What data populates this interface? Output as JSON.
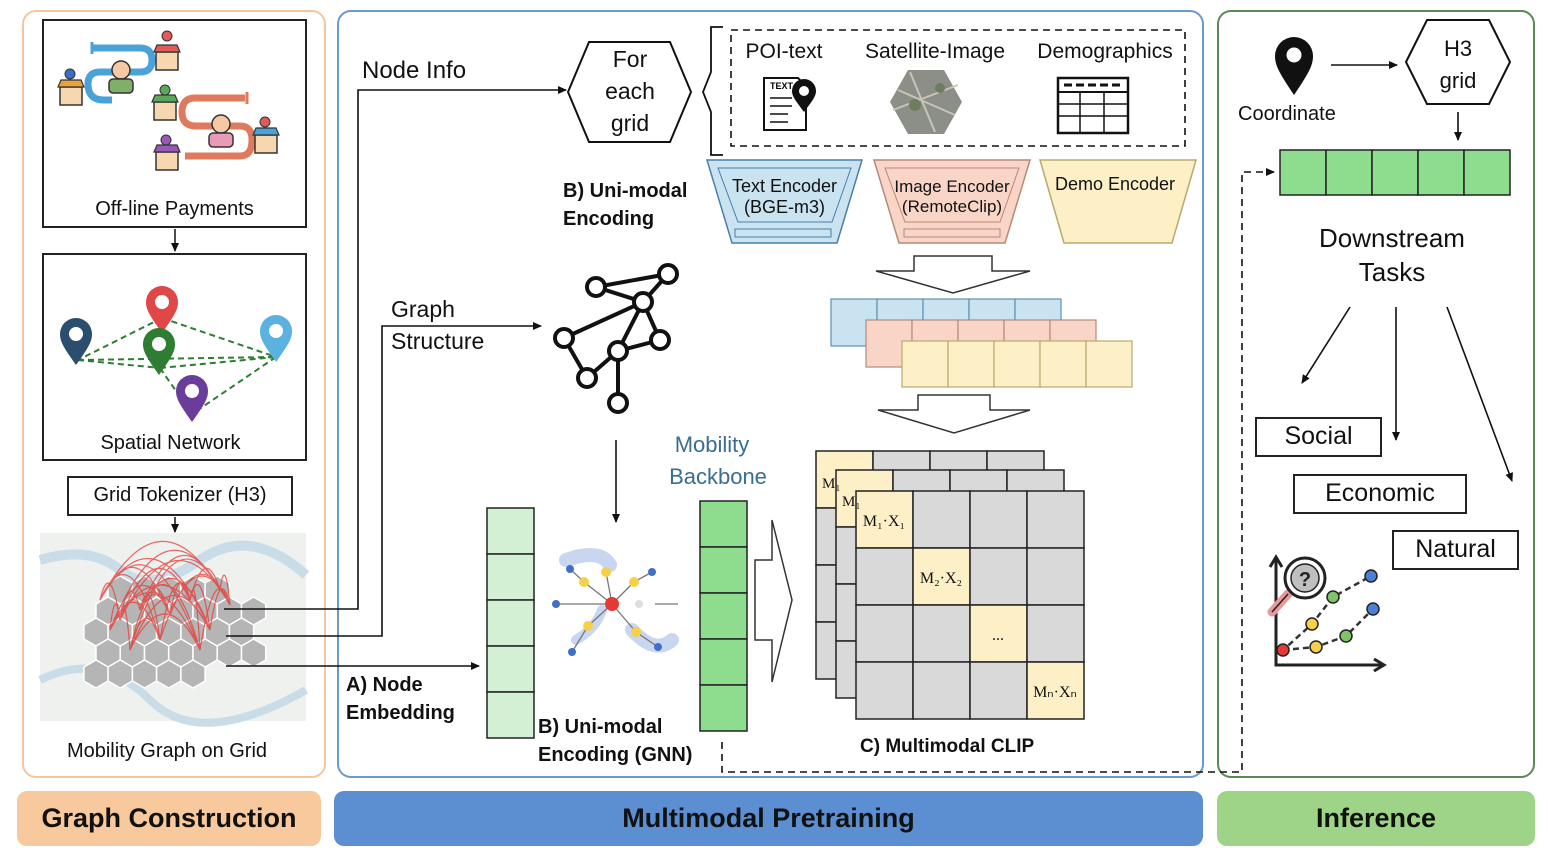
{
  "sections": {
    "graph_construction": "Graph Construction",
    "multimodal_pretraining": "Multimodal Pretraining",
    "inference": "Inference"
  },
  "left": {
    "payments": "Off-line Payments",
    "spatial_network": "Spatial Network",
    "tokenizer": "Grid Tokenizer (H3)",
    "mobility_graph": "Mobility Graph on Grid"
  },
  "middle": {
    "node_info": "Node Info",
    "for_each_grid": [
      "For",
      "each",
      "grid"
    ],
    "modalities": [
      "POI-text",
      "Satellite-Image",
      "Demographics"
    ],
    "uni_modal_encoding": [
      "B) Uni-modal",
      "Encoding"
    ],
    "encoders": {
      "text": [
        "Text Encoder",
        "(BGE-m3)"
      ],
      "image": [
        "Image Encoder",
        "(RemoteClip)"
      ],
      "demo": "Demo Encoder"
    },
    "graph_structure": [
      "Graph",
      "Structure"
    ],
    "node_embedding": [
      "A) Node",
      "Embedding"
    ],
    "gnn_encoding": [
      "B) Uni-modal",
      "Encoding (GNN)"
    ],
    "mobility_backbone": [
      "Mobility",
      "Backbone"
    ],
    "clip": "C) Multimodal  CLIP",
    "matrix_diag": [
      "M₁·X₁",
      "M₂·X₂",
      "...",
      "Mₙ·Xₙ"
    ],
    "back_cells": [
      "M₁",
      "M₁"
    ]
  },
  "right": {
    "coordinate": "Coordinate",
    "h3_grid": [
      "H3",
      "grid"
    ],
    "downstream": [
      "Downstream",
      "Tasks"
    ],
    "tasks": [
      "Social",
      "Economic",
      "Natural"
    ]
  },
  "colors": {
    "graph_banner": "#f7c99c",
    "pretrain_banner": "#5b8fd1",
    "inference_banner": "#9ed487",
    "text_encoder": "#c9e3f1",
    "image_encoder": "#f8d5c7",
    "demo_encoder": "#fdf0c6",
    "embedding_green": "#d4f0d4",
    "backbone_green": "#8edc8e",
    "highlight": "#fdf0c6"
  },
  "icons": [
    "map-pin-icon",
    "shop-icon",
    "person-icon",
    "document-icon",
    "satellite-icon",
    "table-icon",
    "graph-icon",
    "gnn-icon",
    "chart-search-icon"
  ]
}
